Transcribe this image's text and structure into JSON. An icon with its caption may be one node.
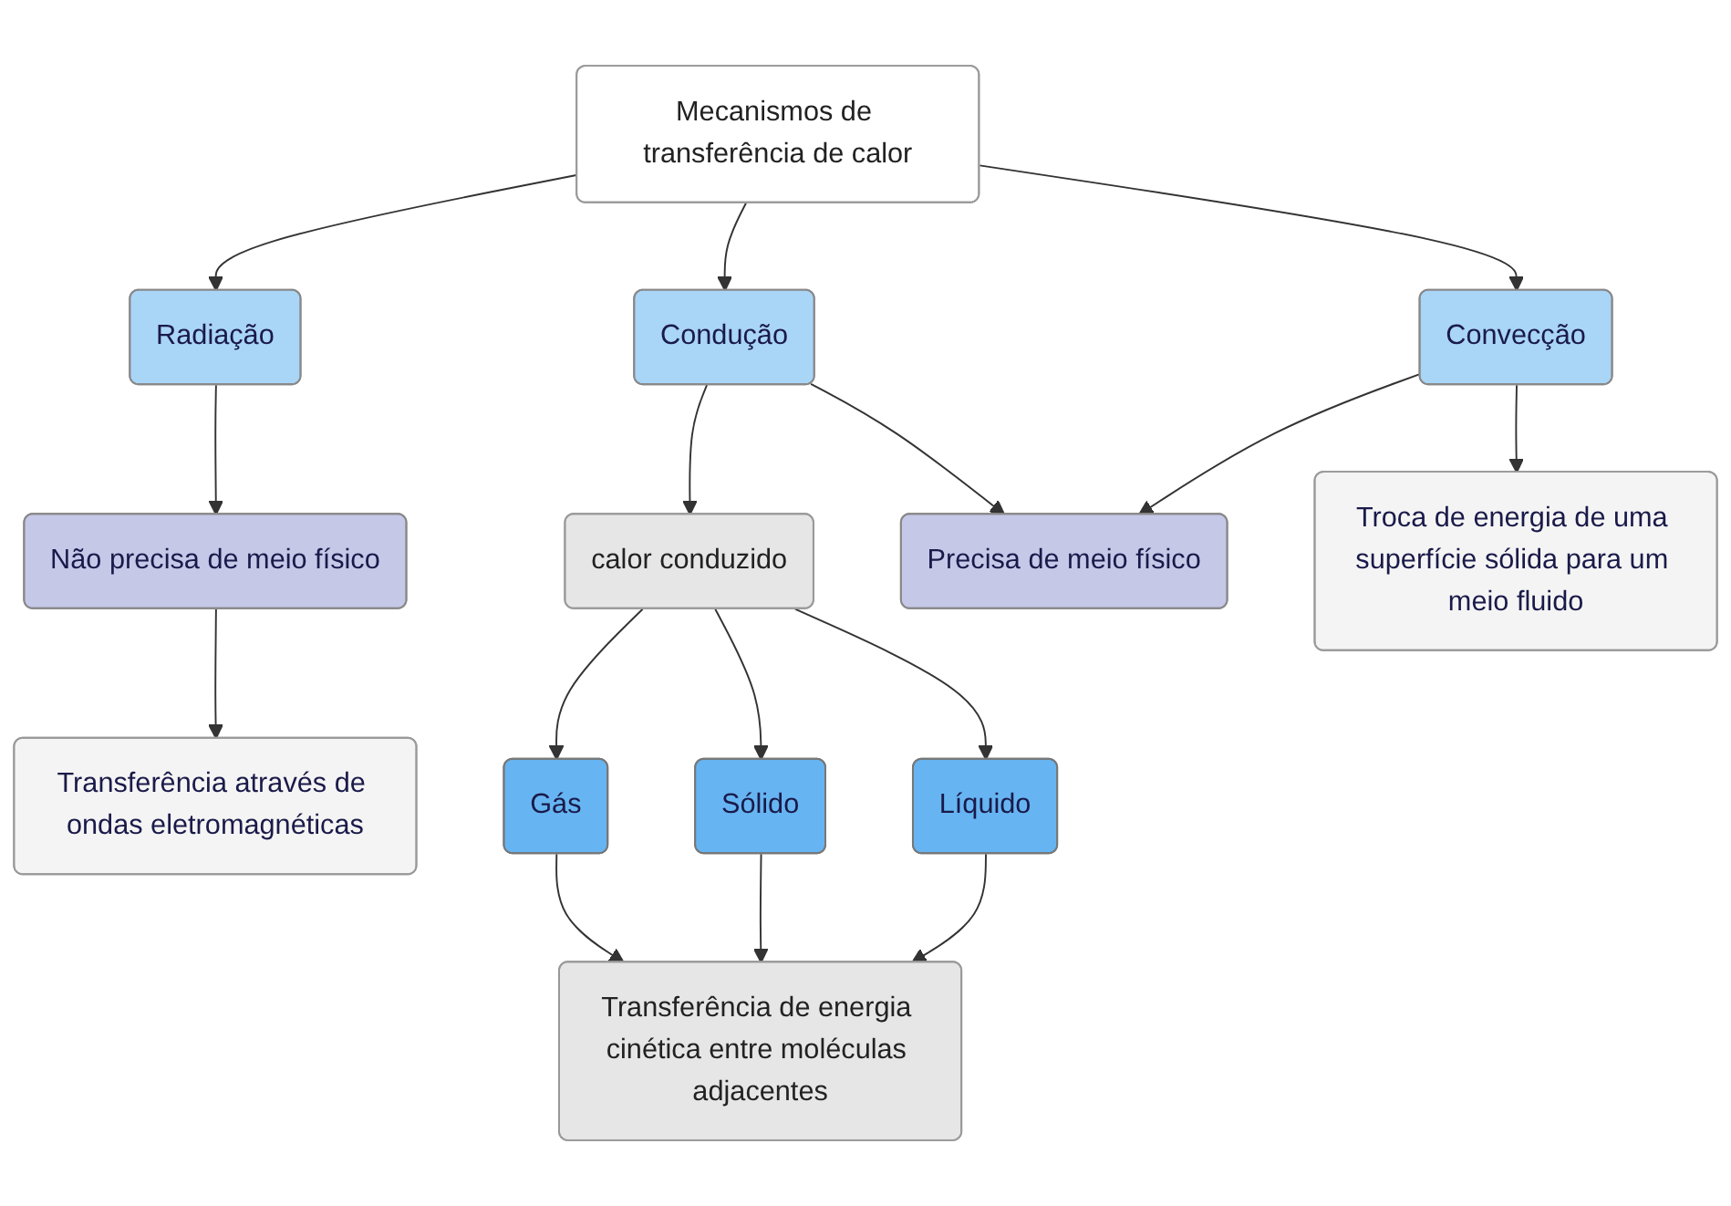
{
  "diagram": {
    "nodes": [
      {
        "text": [
          "Mecanismos de transferência de calor"
        ]
      },
      {
        "text": [
          "Radiação"
        ]
      },
      {
        "text": [
          "Não precisa de meio físico"
        ]
      },
      {
        "text": [
          "Transferência através de ondas eletromagnéticas"
        ]
      },
      {
        "text": [
          "Condução"
        ]
      },
      {
        "text": [
          "calor conduzido"
        ]
      },
      {
        "text": [
          "Precisa de meio físico"
        ]
      },
      {
        "text": [
          "Gás"
        ]
      },
      {
        "text": [
          "Sólido"
        ]
      },
      {
        "text": [
          "Líquido"
        ]
      },
      {
        "text": [
          "Convecção"
        ]
      },
      {
        "text": [
          "Troca de energia de uma superfície sólida para um meio fluido"
        ]
      },
      {
        "text": [
          "Transferência de energia cinética entre moléculas adjacentes"
        ]
      }
    ],
    "edges": [
      {
        "from": 0,
        "to": 1,
        "arrow": "to"
      },
      {
        "from": 0,
        "to": 4,
        "arrow": "to"
      },
      {
        "from": 0,
        "to": 10,
        "arrow": "to"
      },
      {
        "from": 1,
        "to": 2,
        "arrow": "to"
      },
      {
        "from": 2,
        "to": 3,
        "arrow": "to"
      },
      {
        "from": 4,
        "to": 5,
        "arrow": "to"
      },
      {
        "from": 4,
        "to": 6,
        "arrow": "to"
      },
      {
        "from": 10,
        "to": 6,
        "arrow": "to"
      },
      {
        "from": 10,
        "to": 11,
        "arrow": "to"
      },
      {
        "from": 5,
        "to": 7,
        "arrow": "to"
      },
      {
        "from": 5,
        "to": 8,
        "arrow": "to"
      },
      {
        "from": 5,
        "to": 9,
        "arrow": "to"
      },
      {
        "from": 7,
        "to": 12,
        "arrow": "to"
      },
      {
        "from": 8,
        "to": 12,
        "arrow": "to"
      },
      {
        "from": 9,
        "to": 12,
        "arrow": "to"
      }
    ]
  }
}
